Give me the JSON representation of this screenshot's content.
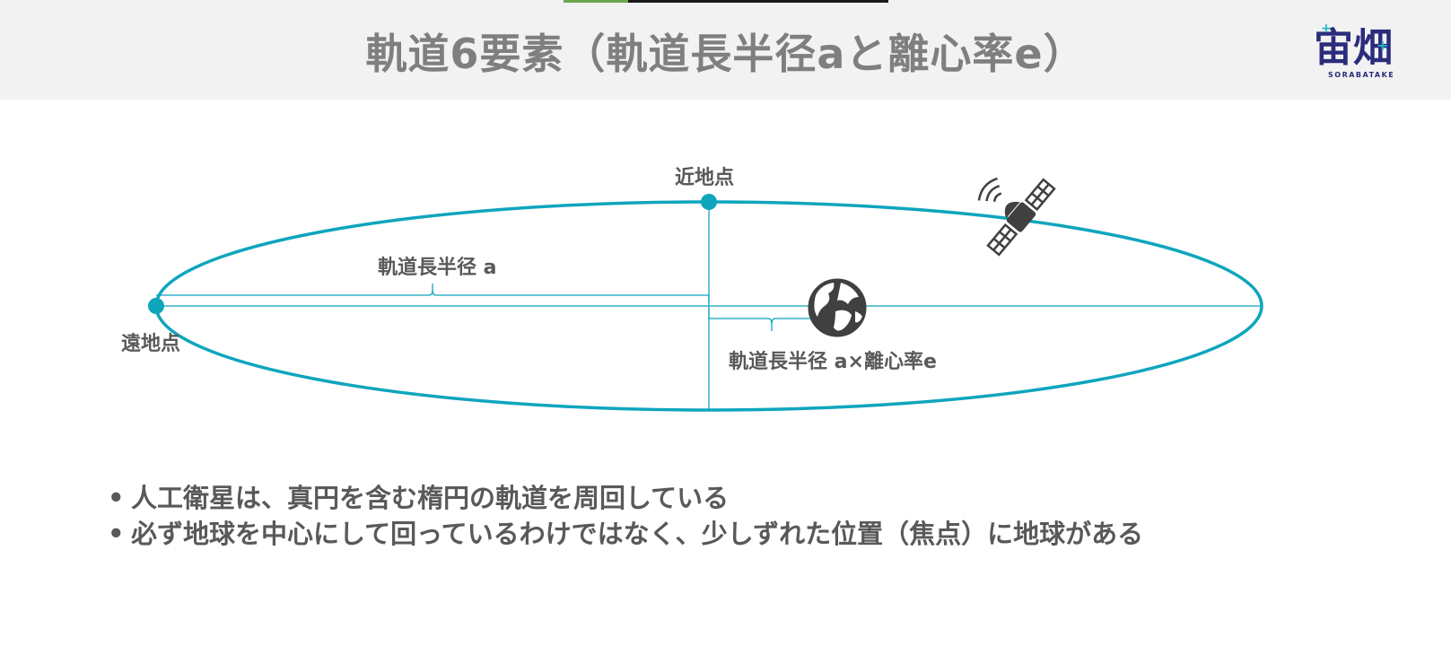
{
  "header": {
    "title": "軌道6要素（軌道長半径aと離心率e）",
    "progress_fraction": 0.2,
    "colors": {
      "background": "#f2f2f2",
      "progress": "#6aa84f",
      "title": "#7f7f7f"
    }
  },
  "logo": {
    "text": "宙畑",
    "subtext": "SORABATAKE",
    "color": "#2b2c7c",
    "accent": "#1fb5c9"
  },
  "diagram": {
    "perigee_label": "近地点",
    "apogee_label": "遠地点",
    "semi_major_label": "軌道長半径 a",
    "offset_label": "軌道長半径 a×離心率e",
    "icons": [
      "earth-icon",
      "satellite-icon"
    ],
    "colors": {
      "orbit": "#0ea5bd",
      "icon": "#404040"
    }
  },
  "bullets": [
    "人工衛星は、真円を含む楕円の軌道を周回している",
    "必ず地球を中心にして回っているわけではなく、少しずれた位置（焦点）に地球がある"
  ]
}
